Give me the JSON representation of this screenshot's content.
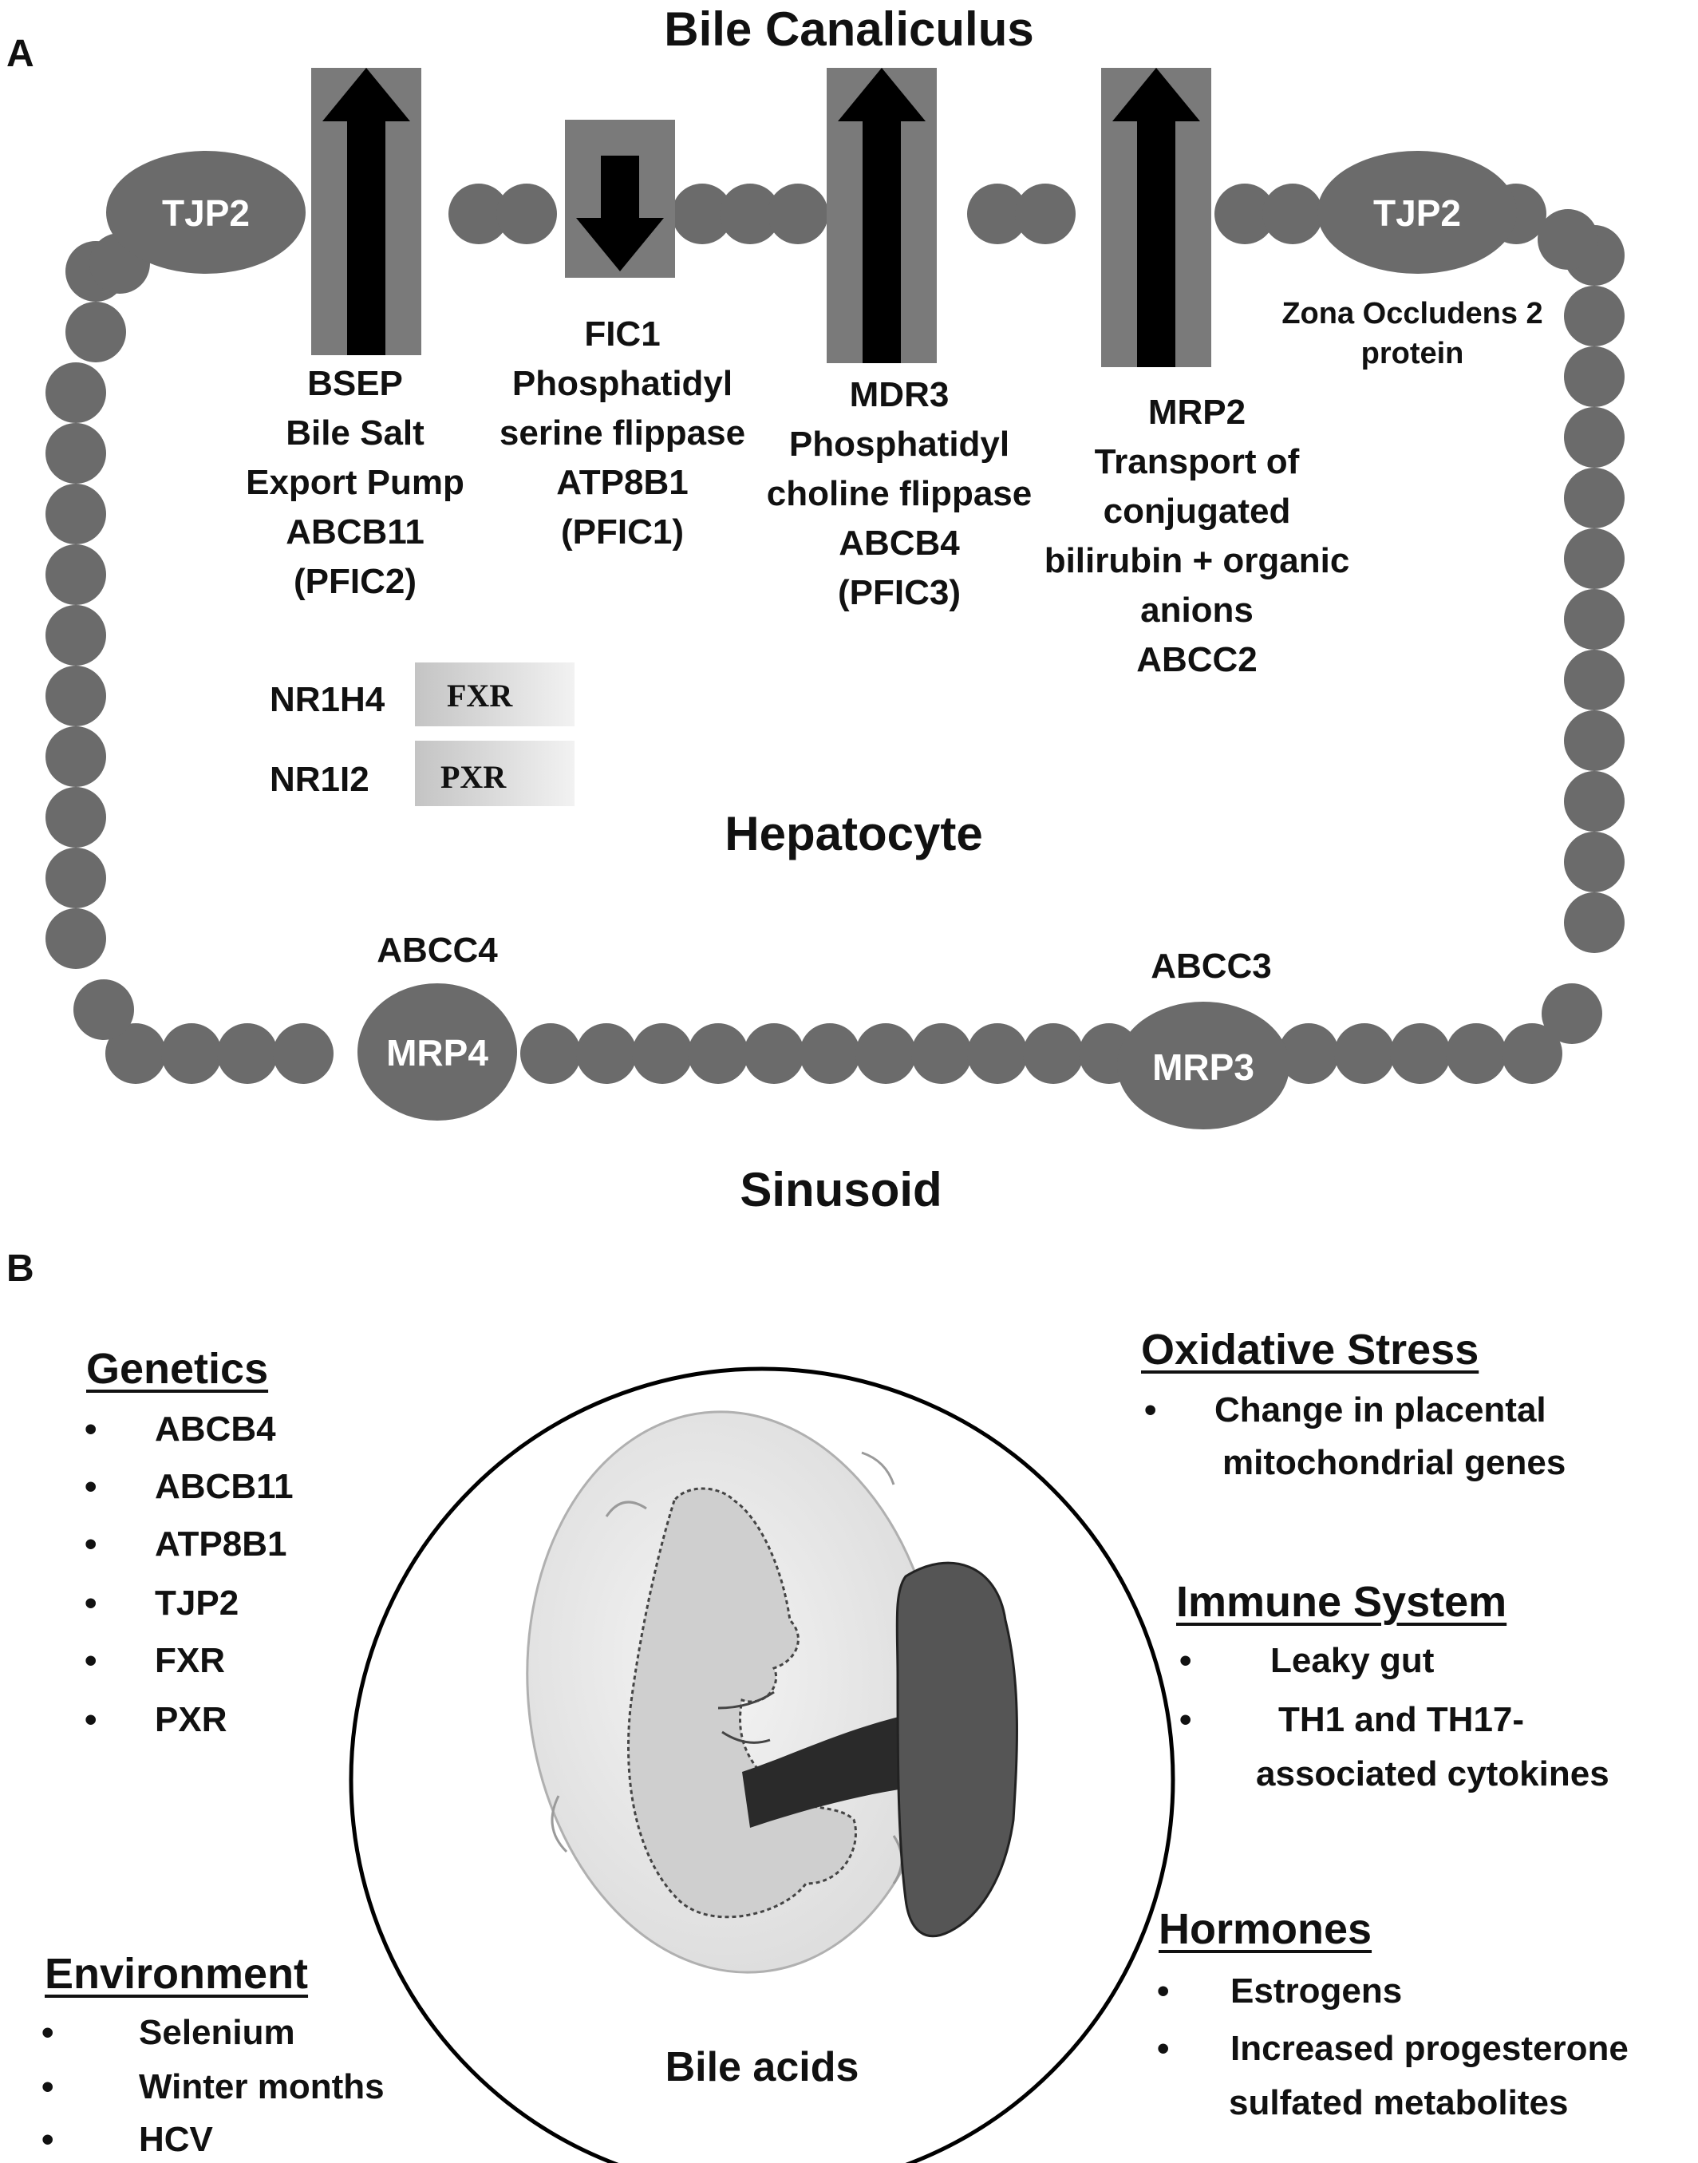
{
  "panel_a": {
    "letter": "A",
    "title_top": "Bile Canaliculus",
    "title_center": "Hepatocyte",
    "title_bottom": "Sinusoid",
    "tjp2_left": "TJP2",
    "tjp2_right": "TJP2",
    "tjp2_caption": [
      "Zona Occludens 2",
      "protein"
    ],
    "bsep_label": [
      "BSEP",
      "Bile Salt",
      "Export Pump",
      "ABCB11",
      "(PFIC2)"
    ],
    "fic1_label": [
      "FIC1",
      "Phosphatidyl",
      "serine flippase",
      "ATP8B1",
      "(PFIC1)"
    ],
    "mdr3_label": [
      "MDR3",
      "Phosphatidyl",
      "choline flippase",
      "ABCB4",
      "(PFIC3)"
    ],
    "mrp2_label": [
      "MRP2",
      "Transport of",
      "conjugated",
      "bilirubin + organic",
      "anions",
      "ABCC2"
    ],
    "receptors": [
      {
        "gene": "NR1H4",
        "name": "FXR"
      },
      {
        "gene": "NR1I2",
        "name": "PXR"
      }
    ],
    "mrp4": {
      "gene": "ABCC4",
      "name": "MRP4"
    },
    "mrp3": {
      "gene": "ABCC3",
      "name": "MRP3"
    }
  },
  "panel_b": {
    "letter": "B",
    "center_label": "Bile acids",
    "genetics": {
      "heading": "Genetics",
      "items": [
        "ABCB4",
        "ABCB11",
        "ATP8B1",
        "TJP2",
        "FXR",
        "PXR"
      ]
    },
    "environment": {
      "heading": "Environment",
      "items": [
        "Selenium",
        "Winter months",
        "HCV"
      ]
    },
    "oxidative_stress": {
      "heading": "Oxidative Stress",
      "items": [
        [
          "Change in placental",
          "mitochondrial genes"
        ]
      ]
    },
    "immune_system": {
      "heading": "Immune System",
      "items": [
        [
          "Leaky gut"
        ],
        [
          "TH1 and TH17-",
          "associated cytokines"
        ]
      ]
    },
    "hormones": {
      "heading": "Hormones",
      "items": [
        [
          "Estrogens"
        ],
        [
          "Increased progesterone",
          "sulfated metabolites"
        ]
      ]
    },
    "bullet": "•"
  }
}
